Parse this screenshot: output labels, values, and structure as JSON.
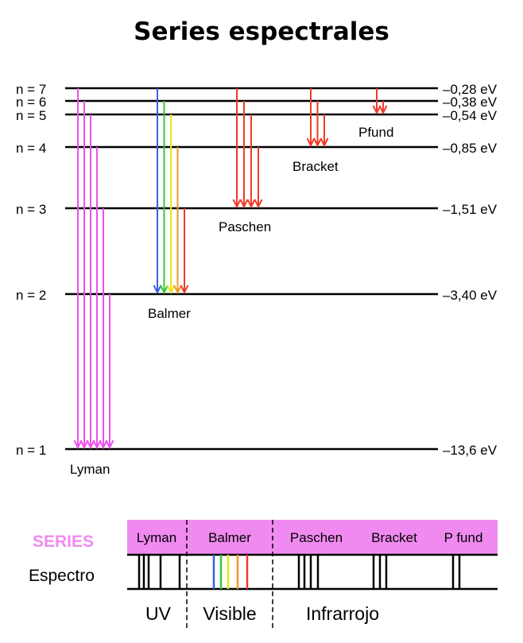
{
  "title": "Series espectrales",
  "levels": [
    {
      "n": 1,
      "label": "n = 1",
      "energy_label": "–13,6 eV"
    },
    {
      "n": 2,
      "label": "n = 2",
      "energy_label": "–3,40 eV"
    },
    {
      "n": 3,
      "label": "n = 3",
      "energy_label": "–1,51 eV"
    },
    {
      "n": 4,
      "label": "n = 4",
      "energy_label": "–0,85 eV"
    },
    {
      "n": 5,
      "label": "n = 5",
      "energy_label": "–0,54 eV"
    },
    {
      "n": 6,
      "label": "n = 6",
      "energy_label": "–0,38 eV"
    },
    {
      "n": 7,
      "label": "n = 7",
      "energy_label": "–0,28 eV"
    }
  ],
  "series": [
    {
      "name": "Lyman",
      "lower": 1,
      "colors": [
        "#f050f0",
        "#f050f0",
        "#f050f0",
        "#f050f0",
        "#f050f0",
        "#f050f0"
      ]
    },
    {
      "name": "Balmer",
      "lower": 2,
      "colors": [
        "#3a5fe0",
        "#39c83c",
        "#e8e81a",
        "#f29a2a",
        "#f03a2a"
      ]
    },
    {
      "name": "Paschen",
      "lower": 3,
      "colors": [
        "#f03a2a",
        "#f03a2a",
        "#f03a2a",
        "#f03a2a"
      ]
    },
    {
      "name": "Bracket",
      "lower": 4,
      "colors": [
        "#f03a2a",
        "#f03a2a",
        "#f03a2a"
      ]
    },
    {
      "name": "Pfund",
      "lower": 5,
      "colors": [
        "#f03a2a",
        "#f03a2a"
      ]
    }
  ],
  "spectrum": {
    "series_label": "SERIES",
    "spectrum_label": "Espectro",
    "band_color": "#f08af0",
    "band_labels": [
      "Lyman",
      "Balmer",
      "Paschen",
      "Bracket",
      "P fund"
    ],
    "regions": [
      "UV",
      "Visible",
      "Infrarrojo"
    ],
    "balmer_line_colors": [
      "#3a5fe0",
      "#39c83c",
      "#e8e81a",
      "#f29a2a",
      "#f03a2a"
    ]
  }
}
